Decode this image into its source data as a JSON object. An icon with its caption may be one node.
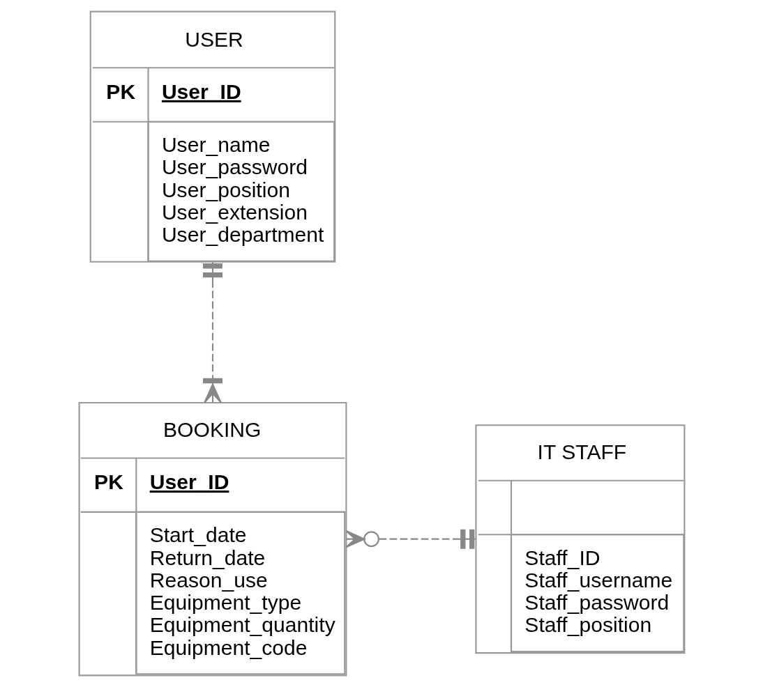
{
  "diagram": {
    "nodes": [
      {
        "text": [
          "USER",
          "PK",
          "User_ID",
          "User_name",
          "User_password",
          "User_position",
          "User_extension",
          "User_department"
        ]
      },
      {
        "text": [
          "BOOKING",
          "PK",
          "User_ID",
          "Start_date",
          "Return_date",
          "Reason_use",
          "Equipment_type",
          "Equipment_quantity",
          "Equipment_code"
        ]
      },
      {
        "text": [
          "IT STAFF",
          "Staff_ID",
          "Staff_username",
          "Staff_password",
          "Staff_position"
        ]
      }
    ],
    "edges": [
      {
        "from": 0,
        "to": 1,
        "arrow": "other",
        "style": "dashed"
      },
      {
        "from": 1,
        "to": 2,
        "arrow": "other",
        "style": "dashed"
      }
    ]
  }
}
